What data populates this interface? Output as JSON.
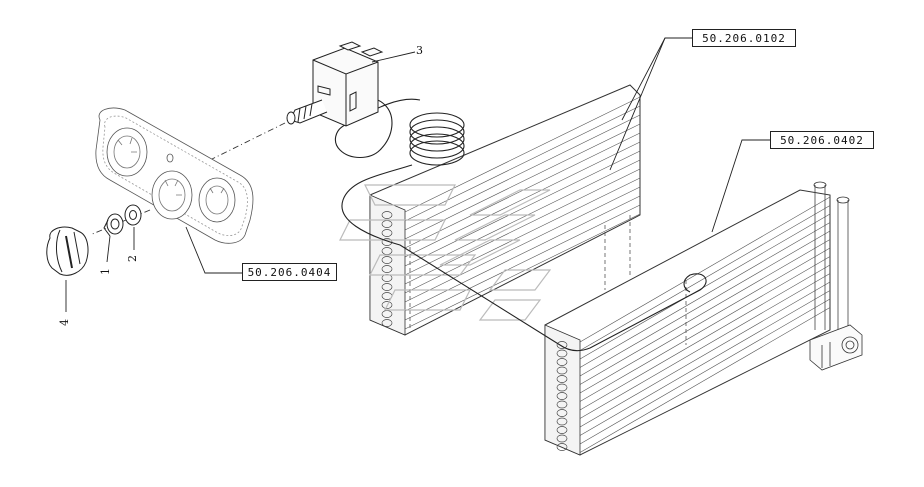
{
  "references": {
    "ref_top": "50.206.0102",
    "ref_right": "50.206.0402",
    "ref_panel": "50.206.0404"
  },
  "callouts": {
    "knob": "4",
    "nut": "1",
    "washer": "2",
    "thermostat": "3"
  },
  "colors": {
    "line": "#222222",
    "light": "#888888",
    "watermark": "#bbbbbb"
  }
}
